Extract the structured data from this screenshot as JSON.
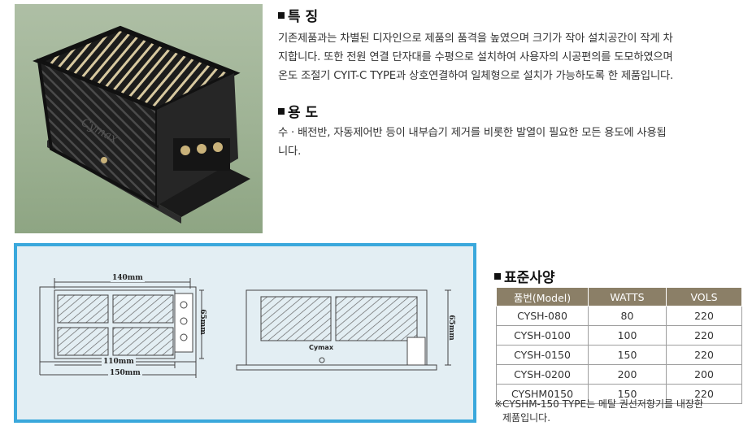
{
  "features": {
    "title": "특 징",
    "lines": [
      "기존제품과는 차별된 디자인으로 제품의 품격을 높였으며 크기가 작아 설치공간이 작게 차",
      "지합니다. 또한 전원 연결 단자대를 수평으로 설치하여 사용자의 시공편의를 도모하였으며",
      "온도 조절기 CYIT-C TYPE과 상호연결하여 일체형으로 설치가 가능하도록 한 제품입니다."
    ]
  },
  "usage": {
    "title": "용 도",
    "lines": [
      "수 · 배전반, 자동제어반 등이 내부습기 제거를 비롯한 발열이 필요한 모든 용도에 사용됩",
      "니다."
    ]
  },
  "product_photo": {
    "brand": "Cymax"
  },
  "diagram": {
    "top_dim": "140mm",
    "height_dim": "65mm",
    "inner_dim": "110mm",
    "bottom_dim": "150mm",
    "side_height_dim": "65mm",
    "brand": "Cymax"
  },
  "specs": {
    "title": "표준사양",
    "headers": [
      "품번(Model)",
      "WATTS",
      "VOLS"
    ],
    "rows": [
      [
        "CYSH-080",
        "80",
        "220"
      ],
      [
        "CYSH-0100",
        "100",
        "220"
      ],
      [
        "CYSH-0150",
        "150",
        "220"
      ],
      [
        "CYSH-0200",
        "200",
        "200"
      ],
      [
        "CYSHM0150",
        "150",
        "220"
      ]
    ],
    "note_lines": [
      "※CYSHM-150 TYPE는 메탈 권선저항기를 내장한",
      "제품입니다."
    ]
  },
  "colors": {
    "frame": "#3aa8dc",
    "table_header": "#8b7f67",
    "diagram_bg": "#e3eef3"
  }
}
